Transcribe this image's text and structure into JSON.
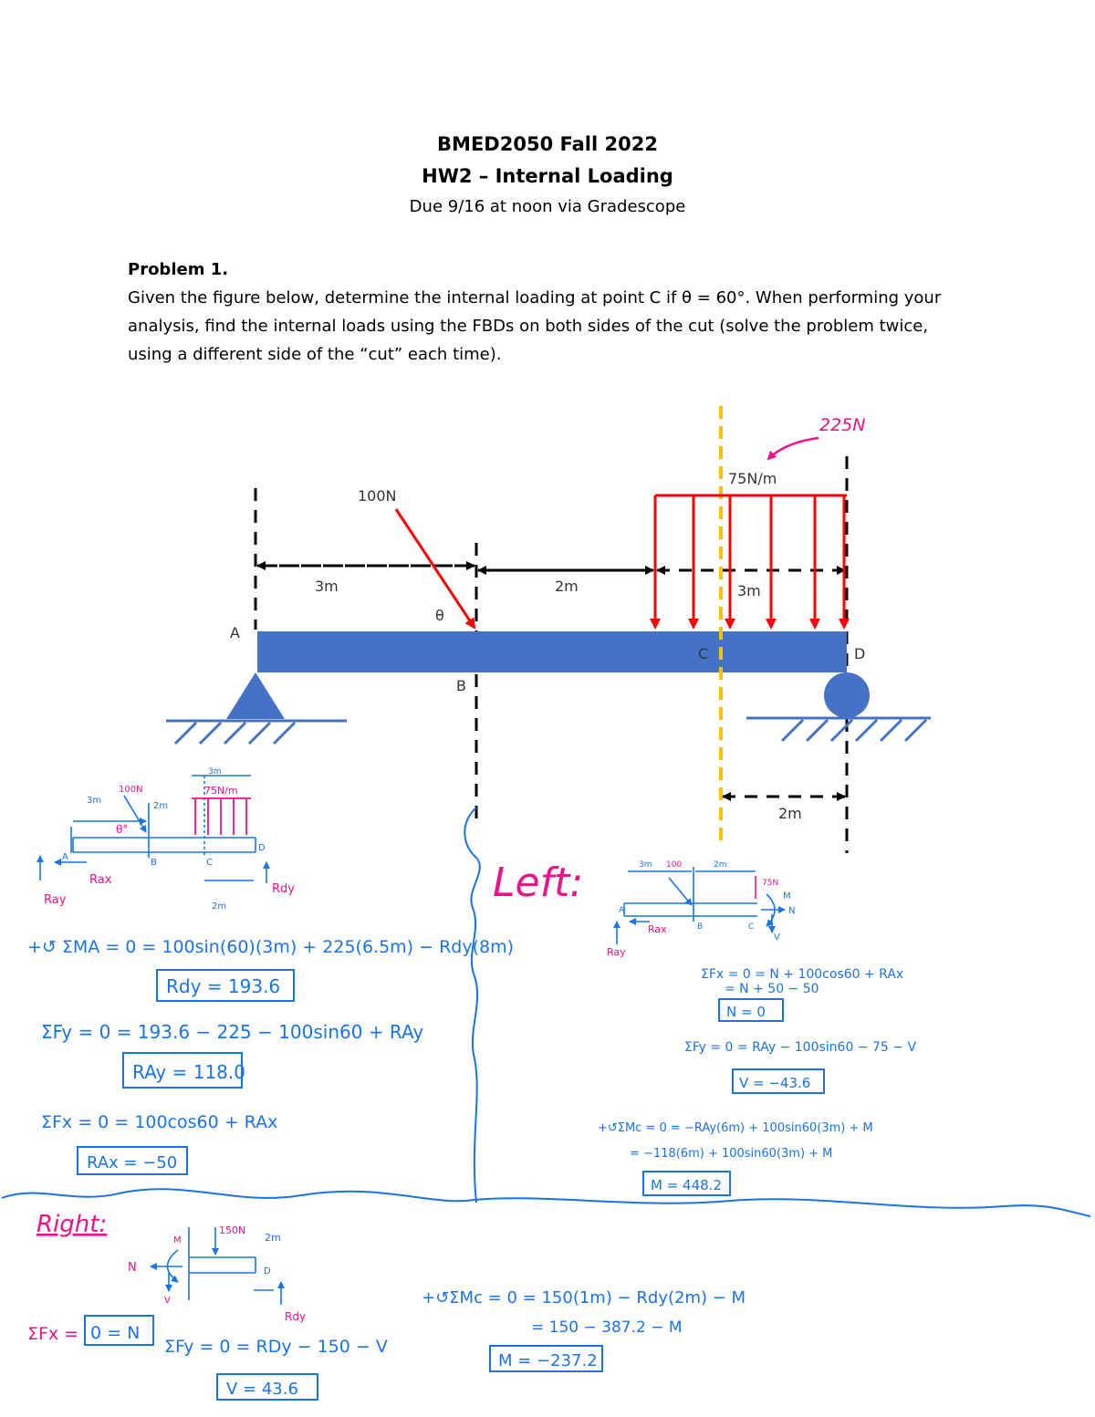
{
  "header": {
    "course": "BMED2050 Fall 2022",
    "title": "HW2 – Internal Loading",
    "due": "Due 9/16 at noon via Gradescope"
  },
  "problem": {
    "title": "Problem 1.",
    "text": "Given the figure below, determine the internal loading at point C if θ = 60°. When performing your analysis, find the internal loads using the FBDs on both sides of the cut (solve the problem twice, using a different side of the “cut” each time)."
  },
  "figure": {
    "force_label": "100N",
    "dist_load_label": "75N/m",
    "resultant_label": "225N",
    "angle_label": "θ",
    "dim_ab": "3m",
    "dim_bc": "2m",
    "dim_load": "3m",
    "dim_cd": "2m",
    "point_a": "A",
    "point_b": "B",
    "point_c": "C",
    "point_d": "D",
    "colors": {
      "beam": "#4472c4",
      "load": "#ff0000",
      "cut": "#ffc000",
      "ink_blue": "#1a73e8",
      "ink_pink": "#ee1188"
    }
  },
  "handwritten": {
    "global_fbd": {
      "dim_3m": "3m",
      "dim_2m": "2m",
      "dim_top": "3m",
      "load": "75N/m",
      "force": "100N",
      "angle": "θ°",
      "pt_a": "A",
      "pt_b": "B",
      "pt_c": "C",
      "pt_d": "D",
      "rax": "Rax",
      "ray": "Ray",
      "rdy": "Rdy",
      "dim_bottom": "2m"
    },
    "global_eqs": {
      "moment": "+↺ ΣMA = 0 = 100sin(60)(3m) + 225(6.5m) − Rdy(8m)",
      "rdy": "Rdy = 193.6",
      "fy": "ΣFy = 0 = 193.6 − 225 − 100sin60 + RAy",
      "ray": "RAy = 118.0",
      "fx": "ΣFx = 0 = 100cos60 + RAx",
      "rax": "RAx = −50"
    },
    "left": {
      "title": "Left:",
      "fbd_dim1": "3m",
      "fbd_dim2": "2m",
      "fbd_force": "100",
      "fbd_pt_a": "A",
      "fbd_pt_b": "B",
      "fbd_pt_c": "C",
      "fbd_rax": "Rax",
      "fbd_ray": "Ray",
      "fbd_load": "75N",
      "fbd_n": "N",
      "fbd_v": "V",
      "fbd_m": "M",
      "fx1": "ΣFx = 0 = N + 100cos60 + RAx",
      "fx2": "= N + 50 − 50",
      "n": "N = 0",
      "fy": "ΣFy = 0 = RAy − 100sin60 − 75 − V",
      "v": "V = −43.6",
      "m1": "+↺ΣMc = 0 = −RAy(6m) + 100sin60(3m) + M",
      "m2": "= −118(6m) + 100sin60(3m) + M",
      "m": "M = 448.2"
    },
    "right": {
      "title": "Right:",
      "fbd_load": "150N",
      "fbd_dim": "2m",
      "fbd_n": "N",
      "fbd_m": "M",
      "fbd_v": "V",
      "fbd_pt_d": "D",
      "fbd_rdy": "Rdy",
      "fx": "ΣFx = ",
      "n": "0 = N",
      "fy": "ΣFy = 0 = RDy − 150 − V",
      "v": "V = 43.6",
      "m1": "+↺ΣMc = 0 = 150(1m) − Rdy(2m) − M",
      "m2": "= 150 − 387.2 − M",
      "m": "M = −237.2"
    }
  }
}
